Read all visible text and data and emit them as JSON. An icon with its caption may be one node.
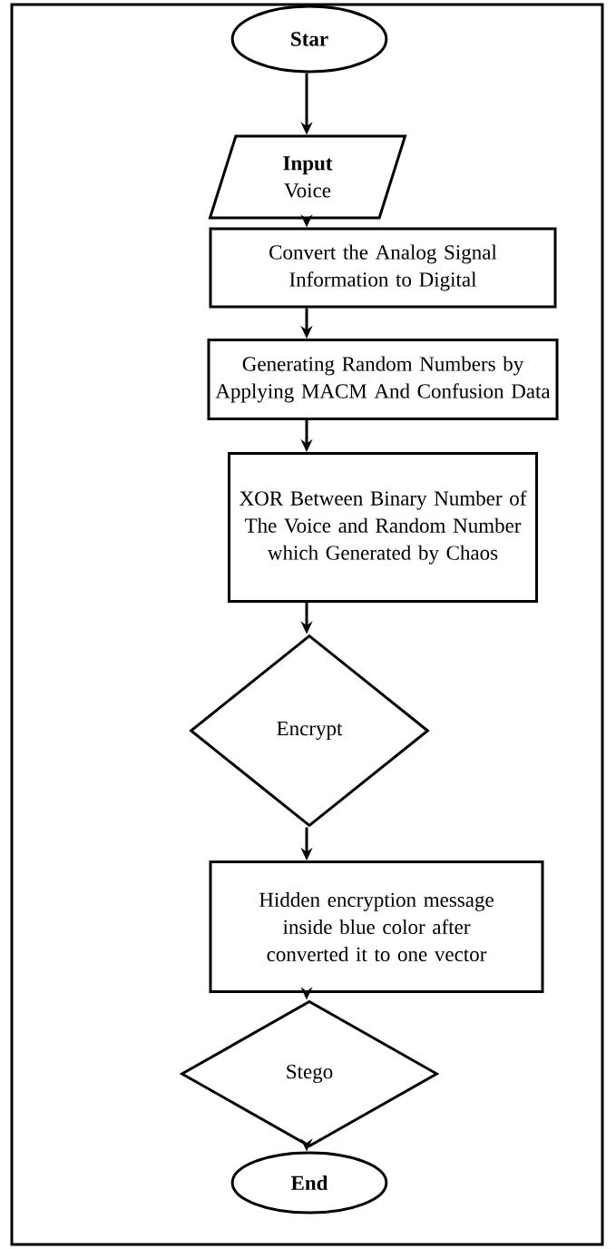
{
  "diagram": {
    "nodes": [
      {
        "text": [
          "Star"
        ]
      },
      {
        "text": [
          "**Input** Voice"
        ]
      },
      {
        "text": [
          "Convert the Analog Signal Information to Digital"
        ]
      },
      {
        "text": [
          "Generating Random Numbers by Applying MACM And Confusion Data"
        ]
      },
      {
        "text": [
          "XOR Between Binary Number of The Voice and Random Number which Generated by Chaos"
        ]
      },
      {
        "text": [
          "Encrypt"
        ]
      },
      {
        "text": [
          "Hidden encryption message inside blue color after converted it to one vector"
        ]
      },
      {
        "text": [
          "Stego"
        ]
      },
      {
        "text": [
          "End"
        ]
      }
    ],
    "edges": [
      {
        "from": 0,
        "to": 1,
        "arrow": "to"
      },
      {
        "from": 1,
        "to": 2,
        "arrow": "to"
      },
      {
        "from": 2,
        "to": 3,
        "arrow": "to"
      },
      {
        "from": 3,
        "to": 4,
        "arrow": "to"
      },
      {
        "from": 4,
        "to": 5,
        "arrow": "to"
      },
      {
        "from": 5,
        "to": 6,
        "arrow": "to"
      },
      {
        "from": 6,
        "to": 7,
        "arrow": "to"
      },
      {
        "from": 7,
        "to": 8,
        "arrow": "to"
      }
    ]
  }
}
